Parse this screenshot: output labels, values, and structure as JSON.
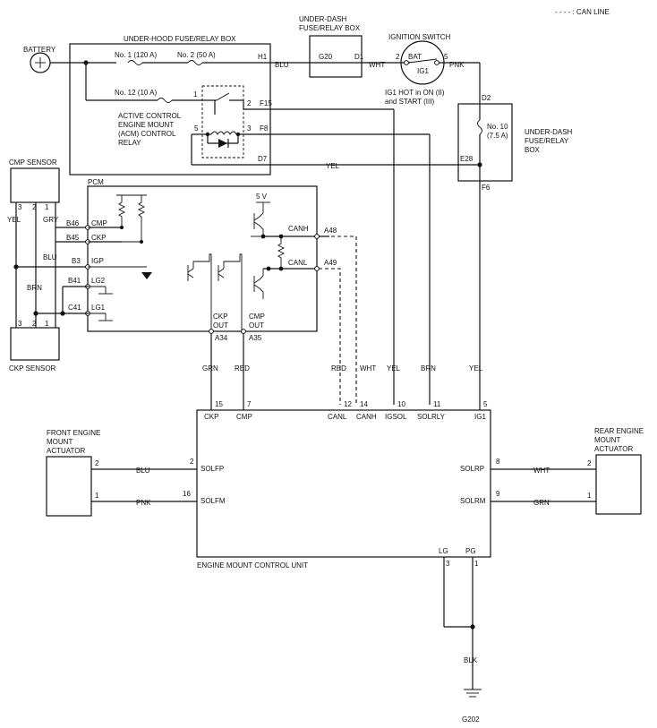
{
  "legend": {
    "can_line": "- - - - : CAN LINE"
  },
  "battery": {
    "label": "BATTERY"
  },
  "underhood_box": {
    "title": "UNDER-HOOD FUSE/RELAY BOX",
    "fuse1": "No. 1 (120 A)",
    "fuse2": "No. 2 (50 A)",
    "fuse12": "No. 12 (10 A)",
    "relay_label": [
      "ACTIVE CONTROL",
      "ENGINE MOUNT",
      "(ACM) CONTROL",
      "RELAY"
    ],
    "pins": {
      "h1": "H1",
      "f15": "F15",
      "f8": "F8",
      "d7": "D7",
      "p1": "1",
      "p2": "2",
      "p3": "3",
      "p5": "5"
    }
  },
  "underdash_box_top": {
    "title": [
      "UNDER-DASH",
      "FUSE/RELAY BOX"
    ],
    "g20": "G20",
    "d1": "D1"
  },
  "ignition_switch": {
    "title": "IGNITION SWITCH",
    "bat": "BAT",
    "ig1": "IG1",
    "pin2": "2",
    "pin5": "5",
    "note": [
      "IG1 HOT in ON (II)",
      "and START (III)"
    ]
  },
  "underdash_box_right": {
    "title": [
      "UNDER-DASH",
      "FUSE/RELAY",
      "BOX"
    ],
    "fuse": "No. 10",
    "fuse_rating": "(7.5 A)",
    "d2": "D2",
    "e28": "E28",
    "f6": "F6"
  },
  "cmp_sensor": {
    "label": "CMP SENSOR",
    "pins": [
      "3",
      "2",
      "1"
    ]
  },
  "ckp_sensor": {
    "label": "CKP SENSOR",
    "pins": [
      "3",
      "2",
      "1"
    ]
  },
  "pcm": {
    "label": "PCM",
    "five_v": "5 V",
    "b46": "B46",
    "cmp": "CMP",
    "b45": "B45",
    "ckp": "CKP",
    "b3": "B3",
    "igp": "IGP",
    "b41": "B41",
    "lg2": "LG2",
    "c41": "C41",
    "lg1": "LG1",
    "canh": "CANH",
    "a48": "A48",
    "canl": "CANL",
    "a49": "A49",
    "ckp_out": [
      "CKP",
      "OUT"
    ],
    "cmp_out": [
      "CMP",
      "OUT"
    ],
    "a34": "A34",
    "a35": "A35"
  },
  "wire_colors": {
    "blu": "BLU",
    "wht": "WHT",
    "pnk": "PNK",
    "yel": "YEL",
    "gry": "GRY",
    "brn": "BRN",
    "grn": "GRN",
    "red": "RED",
    "blk": "BLK"
  },
  "emcu": {
    "label": "ENGINE MOUNT CONTROL UNIT",
    "top_pins": [
      {
        "num": "15",
        "name": "CKP"
      },
      {
        "num": "7",
        "name": "CMP"
      },
      {
        "num": "12",
        "name": "CANL"
      },
      {
        "num": "14",
        "name": "CANH"
      },
      {
        "num": "10",
        "name": "IGSOL"
      },
      {
        "num": "11",
        "name": "SOLRLY"
      },
      {
        "num": "5",
        "name": "IG1"
      }
    ],
    "solfp": "SOLFP",
    "solfm": "SOLFM",
    "solrp": "SOLRP",
    "solrm": "SOLRM",
    "lg": "LG",
    "pg": "PG",
    "pin2": "2",
    "pin16": "16",
    "pin8": "8",
    "pin9": "9",
    "pin3": "3",
    "pin1": "1"
  },
  "front_mount": {
    "label": [
      "FRONT ENGINE",
      "MOUNT",
      "ACTUATOR"
    ],
    "pin2": "2",
    "pin1": "1"
  },
  "rear_mount": {
    "label": [
      "REAR ENGINE",
      "MOUNT",
      "ACTUATOR"
    ],
    "pin2": "2",
    "pin1": "1"
  },
  "ground": {
    "label": "G202"
  }
}
